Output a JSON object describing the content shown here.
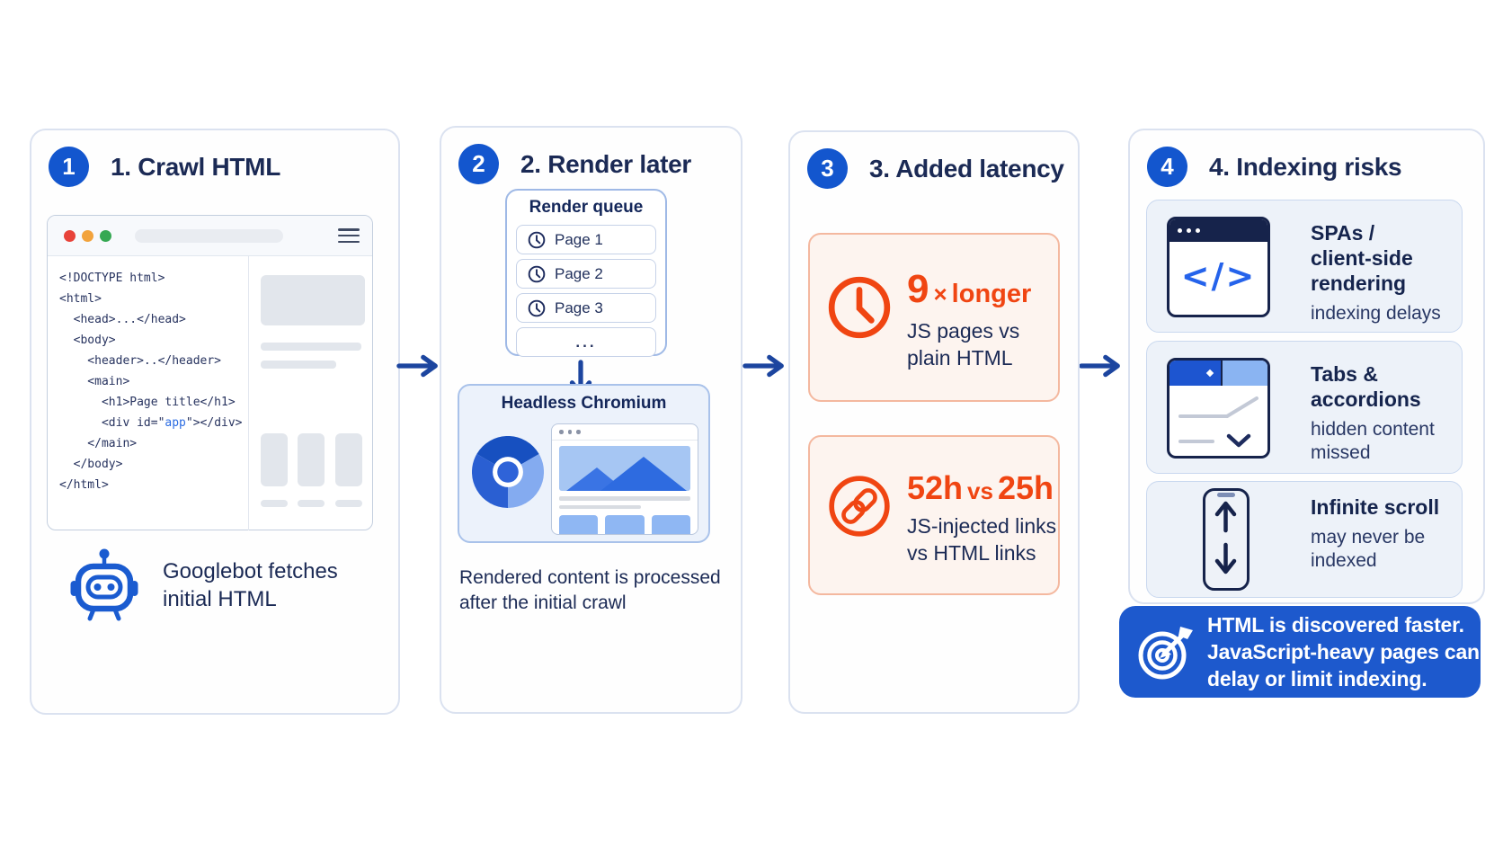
{
  "colors": {
    "accent_blue": "#1356ce",
    "arrow_blue": "#1c459f",
    "navy_text": "#1b2a55",
    "alert_orange": "#f04512",
    "banner_blue": "#1d59cd",
    "code_accent": "#2b6ce2",
    "traffic_red": "#e8433a",
    "traffic_amber": "#f2a33c",
    "traffic_green": "#35a852",
    "risk_card_bg": "#edf2f9",
    "latency_card_bg": "#fdf4ef"
  },
  "panels": [
    {
      "badge": "1",
      "title": "1. Crawl HTML",
      "code": {
        "lines_before": [
          "<!DOCTYPE html>",
          "<html>",
          "  <head>...</head>",
          "  <body>",
          "    <header>..</header>",
          "    <main>",
          "      <h1>Page title</h1>"
        ],
        "app_line": {
          "pre": "      <div id=\"",
          "accent": "app",
          "post": "\"></div>"
        },
        "lines_after": [
          "    </main>",
          "  </body>",
          "</html>"
        ]
      },
      "caption": "Googlebot fetches\ninitial HTML",
      "icons": {
        "robot": "googlebot-robot-icon",
        "menu": "hamburger-menu-icon"
      }
    },
    {
      "badge": "2",
      "title": "2. Render later",
      "queue": {
        "title": "Render queue",
        "items": [
          "Page 1",
          "Page 2",
          "Page 3",
          "..."
        ],
        "item_icon": "clock-icon"
      },
      "chromium": {
        "title": "Headless Chromium",
        "logo_icon": "chromium-logo-icon"
      },
      "caption": "Rendered content is processed\nafter the initial crawl"
    },
    {
      "badge": "3",
      "title": "3. Added latency",
      "cards": [
        {
          "icon": "clock-icon",
          "stat": {
            "value": "9",
            "operator": "×",
            "suffix": "longer"
          },
          "desc": "JS pages vs\nplain HTML"
        },
        {
          "icon": "link-icon",
          "stat": {
            "value": "52h",
            "operator": "vs",
            "suffix": "25h"
          },
          "desc": "JS-injected links\nvs HTML links"
        }
      ]
    },
    {
      "badge": "4",
      "title": "4. Indexing risks",
      "risks": [
        {
          "icon": "code-window-icon",
          "glyph": "</>",
          "title": "SPAs /\nclient-side\nrendering",
          "desc": "indexing delays"
        },
        {
          "icon": "tabs-accordion-icon",
          "title": "Tabs &\naccordions",
          "desc": "hidden content\nmissed"
        },
        {
          "icon": "infinite-scroll-phone-icon",
          "title": "Infinite scroll",
          "desc": "may never be\nindexed"
        }
      ],
      "banner": {
        "icon": "target-icon",
        "text": "HTML is discovered faster.\nJavaScript-heavy pages can\ndelay or limit indexing."
      }
    }
  ]
}
